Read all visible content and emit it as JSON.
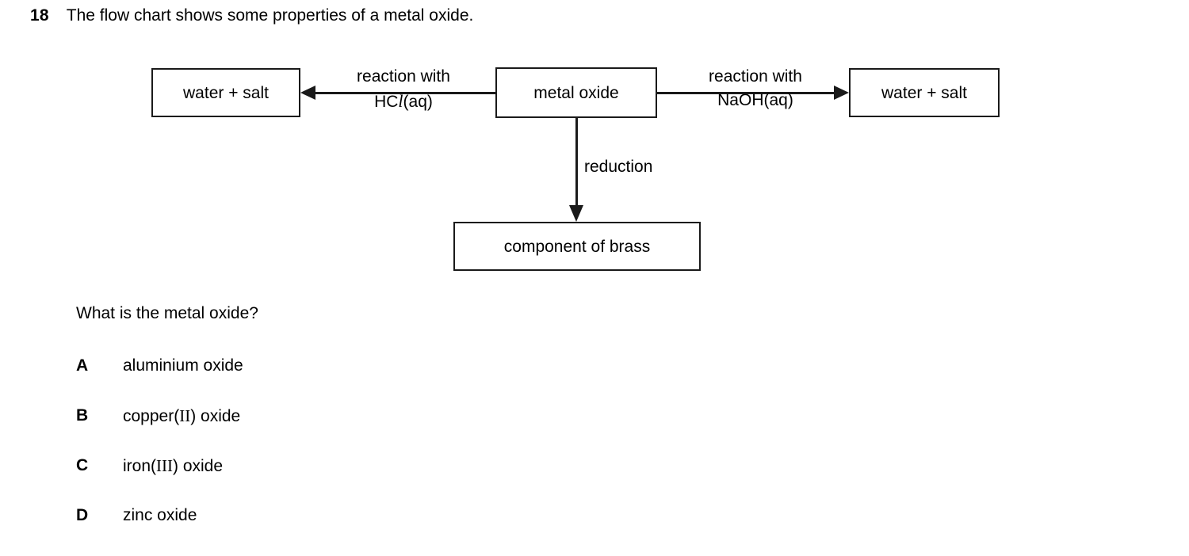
{
  "question": {
    "number": "18",
    "stem": "The flow chart shows some properties of a metal oxide.",
    "prompt": "What is the metal oxide?"
  },
  "flow_chart": {
    "boxes": {
      "center": "metal oxide",
      "left": "water + salt",
      "right": "water + salt",
      "bottom": "component of brass"
    },
    "labels": {
      "left_line1": "reaction with",
      "left_line2_prefix": "HC",
      "left_line2_italic": "l",
      "left_line2_suffix": "(aq)",
      "right_line1": "reaction with",
      "right_line2": "NaOH(aq)",
      "down": "reduction"
    },
    "arrows": [
      {
        "name": "metal-oxide-to-left-products",
        "direction": "left"
      },
      {
        "name": "metal-oxide-to-right-products",
        "direction": "right"
      },
      {
        "name": "metal-oxide-to-brass",
        "direction": "down"
      }
    ]
  },
  "options": [
    {
      "letter": "A",
      "text": "aluminium oxide"
    },
    {
      "letter": "B",
      "text_before": "copper(",
      "numeral": "II",
      "text_after": ") oxide"
    },
    {
      "letter": "C",
      "text_before": "iron(",
      "numeral": "III",
      "text_after": ") oxide"
    },
    {
      "letter": "D",
      "text": "zinc oxide"
    }
  ],
  "colors": {
    "ink": "#000000",
    "rule": "#1a1a1a",
    "page": "#ffffff"
  }
}
